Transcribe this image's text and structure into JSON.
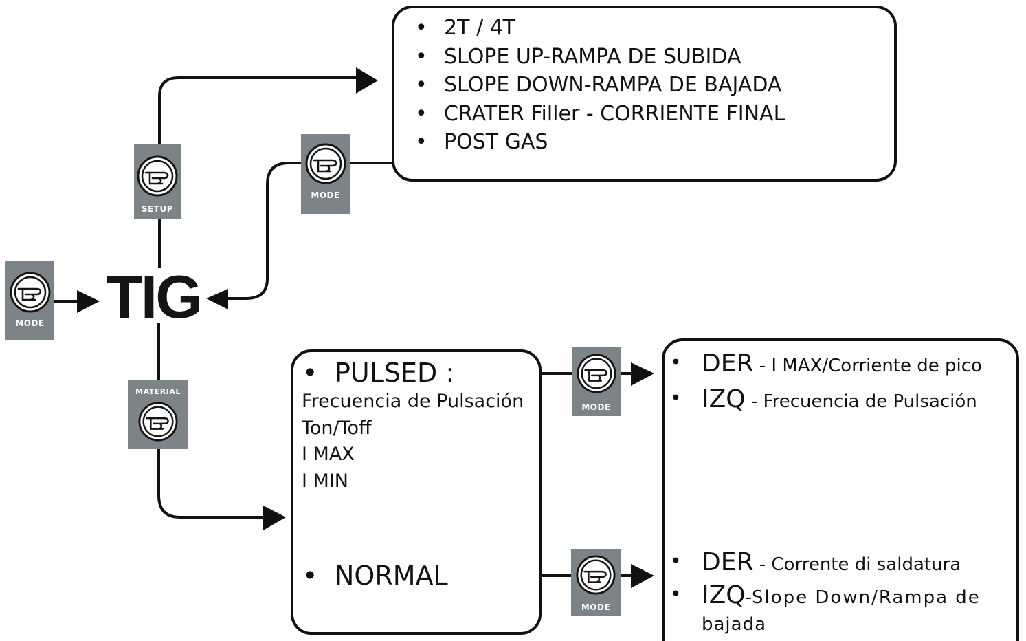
{
  "tig": {
    "label": "TIG"
  },
  "buttons": {
    "mode_left": "MODE",
    "setup": "SETUP",
    "mode_top": "MODE",
    "material": "MATERIAL",
    "mode_pulsed": "MODE",
    "mode_normal": "MODE"
  },
  "setup_box": {
    "items": [
      "2T / 4T",
      "SLOPE UP-RAMPA DE SUBIDA",
      "SLOPE DOWN-RAMPA DE BAJADA",
      "CRATER Filler - CORRIENTE FINAL",
      "POST GAS"
    ]
  },
  "material_box": {
    "pulsed": {
      "label": "PULSED :",
      "params": [
        "Frecuencia de Pulsación",
        "Ton/Toff",
        "I MAX",
        "I MIN"
      ]
    },
    "normal": {
      "label": "NORMAL"
    }
  },
  "right_box": {
    "pulsed": [
      {
        "key": "DER",
        "desc": "I MAX/Corriente de pico"
      },
      {
        "key": "IZQ",
        "desc": "Frecuencia de Pulsación"
      }
    ],
    "normal": [
      {
        "key": "DER",
        "desc": "Corrente di saldatura"
      },
      {
        "key": "IZQ",
        "desc": "Slope Down/Rampa de",
        "desc_wrap": "bajada"
      }
    ]
  }
}
